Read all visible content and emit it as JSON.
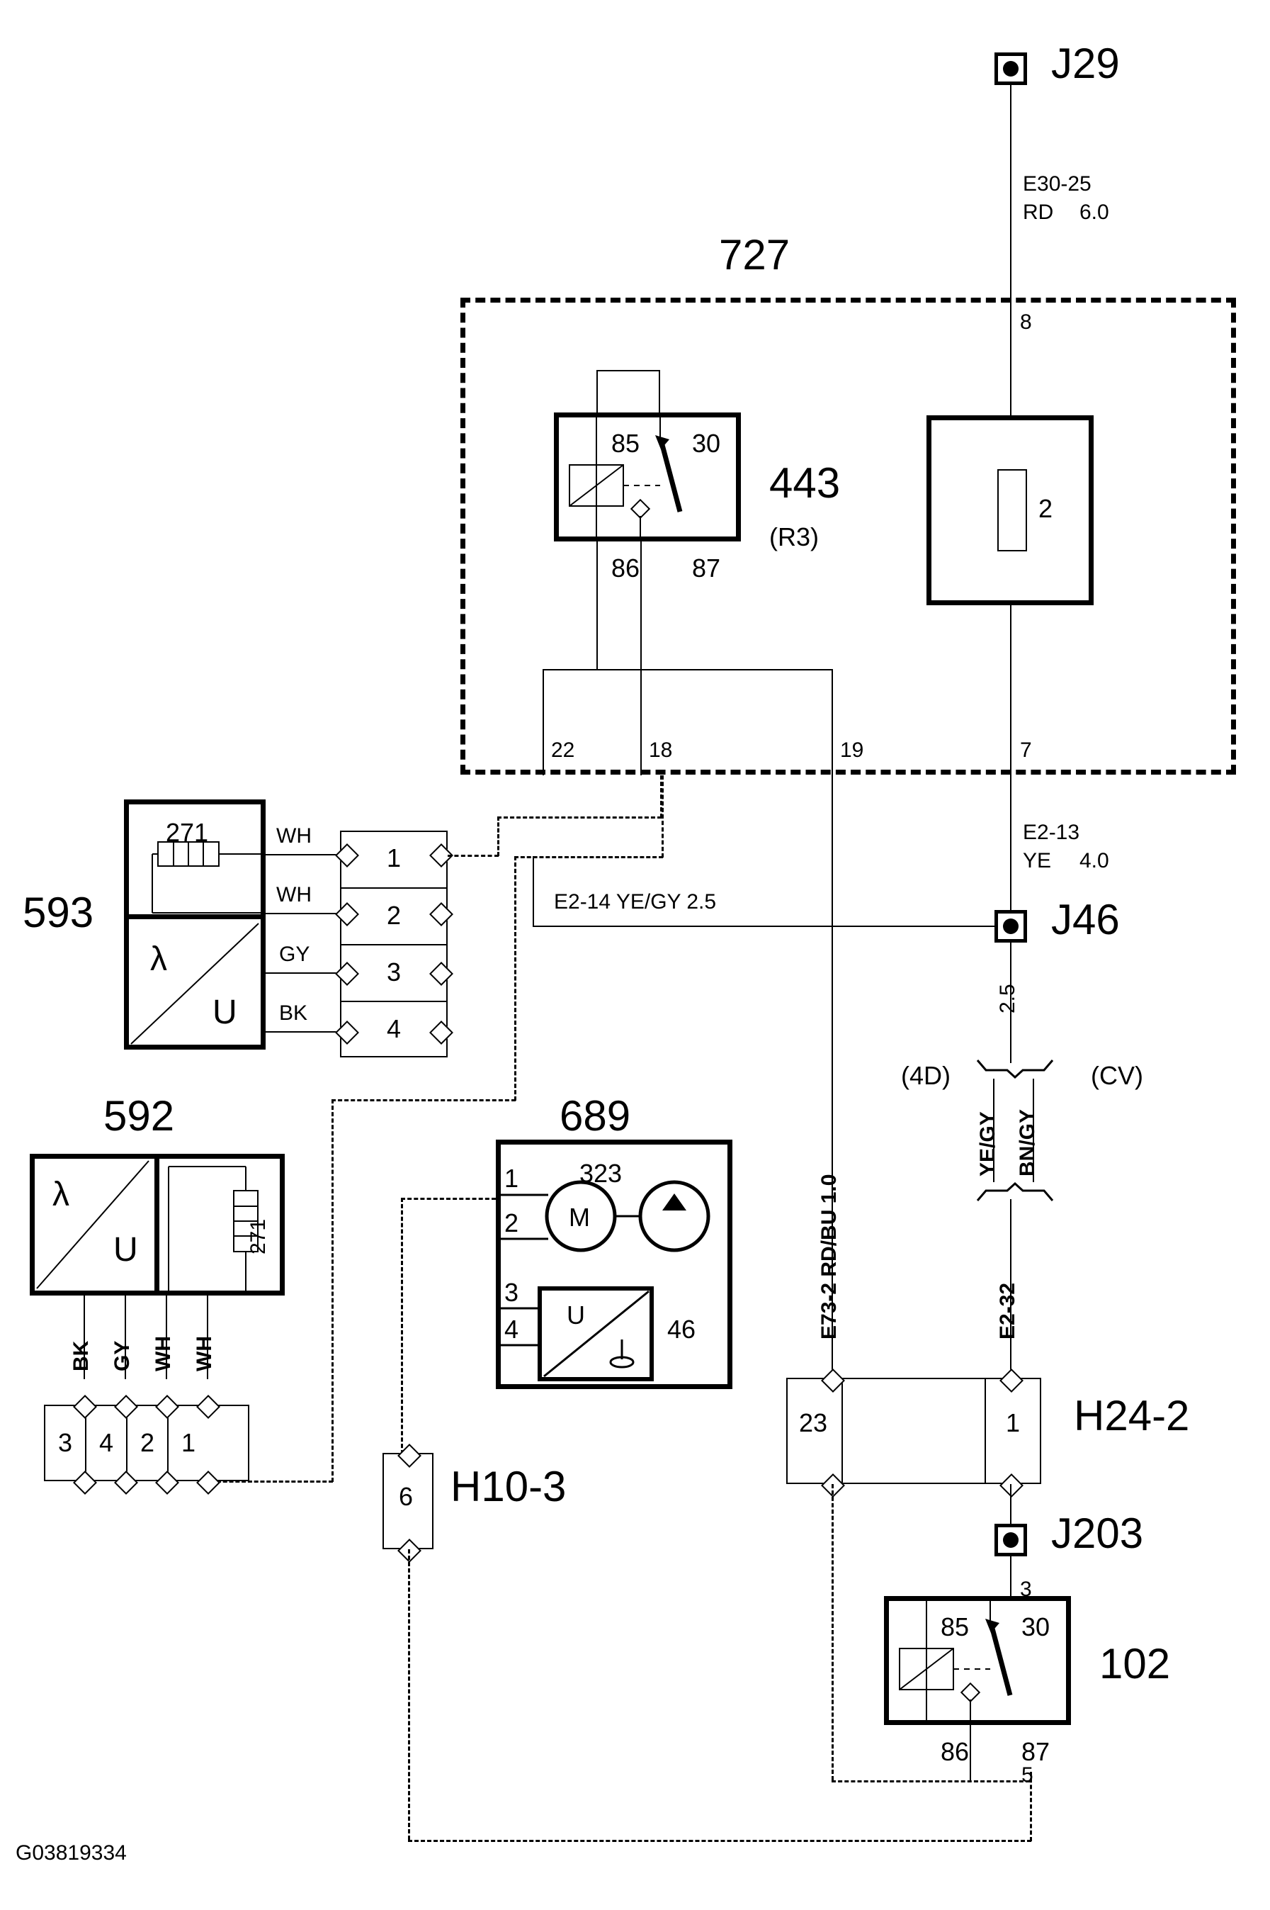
{
  "figure": {
    "ref": "G03819334"
  },
  "nodes": {
    "j29": {
      "label": "J29"
    },
    "j46": {
      "label": "J46"
    },
    "j203": {
      "label": "J203"
    }
  },
  "enclosure": {
    "id": "727",
    "terminals_bottom": [
      "22",
      "18",
      "19",
      "7"
    ],
    "terminal_top": "8"
  },
  "relay_443": {
    "id": "443",
    "sub": "(R3)",
    "pins": {
      "tl": "85",
      "tr": "30",
      "bl": "86",
      "br": "87"
    }
  },
  "fuse": {
    "number": "2"
  },
  "relay_102": {
    "id": "102",
    "pins": {
      "tl": "85",
      "tr": "30",
      "bl": "86",
      "br": "87"
    },
    "ext_top": "3",
    "ext_bottom": "5"
  },
  "sensor_593": {
    "id": "593",
    "heater": "271",
    "lambda": "λ",
    "unit": "U",
    "wires": [
      "WH",
      "WH",
      "GY",
      "BK"
    ],
    "pins": [
      "1",
      "2",
      "3",
      "4"
    ]
  },
  "sensor_592": {
    "id": "592",
    "heater": "271",
    "lambda": "λ",
    "unit": "U",
    "wires": [
      "BK",
      "GY",
      "WH",
      "WH"
    ],
    "pins": [
      "3",
      "4",
      "2",
      "1"
    ]
  },
  "module_689": {
    "id": "689",
    "motor_label": "323",
    "motor_symbol": "M",
    "sensor_label": "46",
    "sensor_unit": "U",
    "pins": [
      "1",
      "2",
      "3",
      "4"
    ]
  },
  "connectors": {
    "h10_3": {
      "label": "H10-3",
      "pin": "6"
    },
    "h24_2": {
      "label": "H24-2",
      "pin_left": "23",
      "pin_right": "1"
    }
  },
  "wires": {
    "e30_25": {
      "circuit": "E30-25",
      "color": "RD",
      "gauge": "6.0"
    },
    "e2_13": {
      "circuit": "E2-13",
      "color": "YE",
      "gauge": "4.0"
    },
    "e2_14": {
      "text": "E2-14 YE/GY  2.5"
    },
    "e73_2": {
      "text": "E73-2  RD/BU  1.0"
    },
    "e2_32": {
      "circuit": "E2-32",
      "gauge_top": "2.5"
    },
    "splice": {
      "left_variant": "(4D)",
      "right_variant": "(CV)",
      "left_color": "YE/GY",
      "right_color": "BN/GY"
    }
  }
}
